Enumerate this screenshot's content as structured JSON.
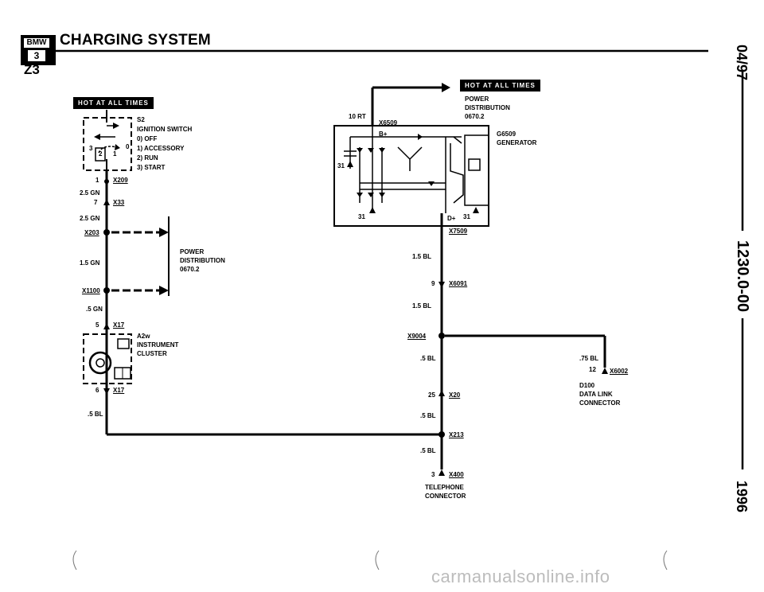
{
  "header": {
    "brand": "BMW",
    "series": "3",
    "title": "CHARGING SYSTEM",
    "model": "Z3"
  },
  "side": {
    "date": "04/97",
    "code": "1230.0-00",
    "year": "1996"
  },
  "left": {
    "hot": "HOT AT ALL TIMES",
    "s2": "S2",
    "ign1": "IGNITION SWITCH",
    "ign2": "0)  OFF",
    "ign3": "1)  ACCESSORY",
    "ign4": "2)  RUN",
    "ign5": "3)  START",
    "p3": "3",
    "p2": "2",
    "p1": "1",
    "p0": "0",
    "pin1": "1",
    "x209": "X209",
    "w1": "2.5 GN",
    "pin7": "7",
    "x33": "X33",
    "w2": "2.5 GN",
    "x203": "X203",
    "pd1": "POWER",
    "pd2": "DISTRIBUTION",
    "pd3": "0670.2",
    "w3": "1.5 GN",
    "x1100": "X1100",
    "w4": ".5 GN",
    "pin5": "5",
    "x17a": "X17",
    "a2w1": "A2w",
    "a2w2": "INSTRUMENT",
    "a2w3": "CLUSTER",
    "pin6": "6",
    "x17b": "X17",
    "w5": ".5 BL"
  },
  "right": {
    "hot": "HOT AT ALL TIMES",
    "pd1": "POWER",
    "pd2": "DISTRIBUTION",
    "pd3": "0670.2",
    "rt": "10 RT",
    "x6509": "X6509",
    "bplus": "B+",
    "g1": "G6509",
    "g2": "GENERATOR",
    "n31a": "31",
    "n31b": "31",
    "n31c": "31",
    "dplus": "D+",
    "x7509": "X7509",
    "w1": "1.5 BL",
    "pin9": "9",
    "x6091": "X6091",
    "w2": "1.5 BL",
    "x9004": "X9004",
    "w3": ".5 BL",
    "w4": ".75 BL",
    "pin12": "12",
    "x6002": "X6002",
    "d1": "D100",
    "d2": "DATA LINK",
    "d3": "CONNECTOR",
    "pin25": "25",
    "x20": "X20",
    "w5": ".5 BL",
    "x213": "X213",
    "w6": ".5 BL",
    "pin3": "3",
    "x400": "X400",
    "t1": "TELEPHONE",
    "t2": "CONNECTOR"
  },
  "watermark": "carmanualsonline.info"
}
